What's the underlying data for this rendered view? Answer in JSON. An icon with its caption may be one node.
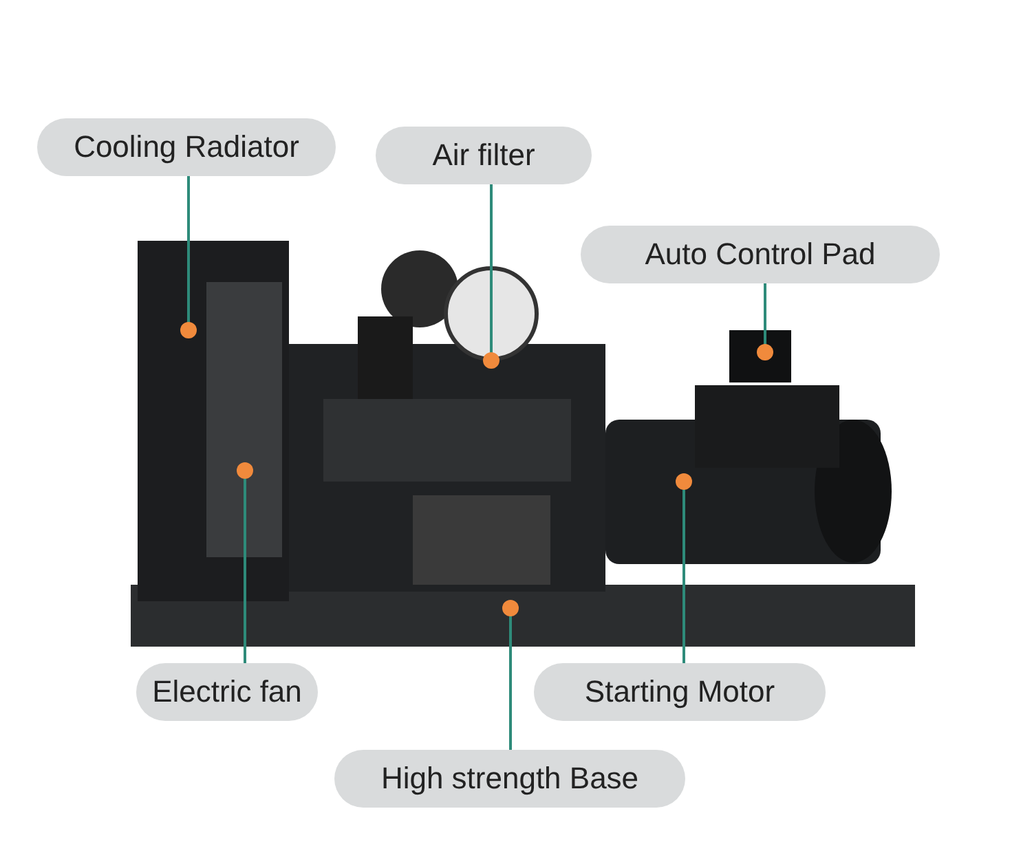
{
  "diagram": {
    "nodes": [
      {
        "text": [
          "Cooling Radiator"
        ]
      },
      {
        "text": [
          "Air filter"
        ]
      },
      {
        "text": [
          "Auto Control Pad"
        ]
      },
      {
        "text": [
          "Electric fan"
        ]
      },
      {
        "text": [
          "Starting Motor"
        ]
      },
      {
        "text": [
          "High strength Base"
        ]
      }
    ],
    "edges": [
      {
        "from": 0,
        "to": null,
        "arrow": "other"
      },
      {
        "from": 1,
        "to": null,
        "arrow": "other"
      },
      {
        "from": 2,
        "to": null,
        "arrow": "other"
      },
      {
        "from": 3,
        "to": null,
        "arrow": "other"
      },
      {
        "from": 4,
        "to": null,
        "arrow": "other"
      },
      {
        "from": 5,
        "to": null,
        "arrow": "other"
      }
    ]
  }
}
